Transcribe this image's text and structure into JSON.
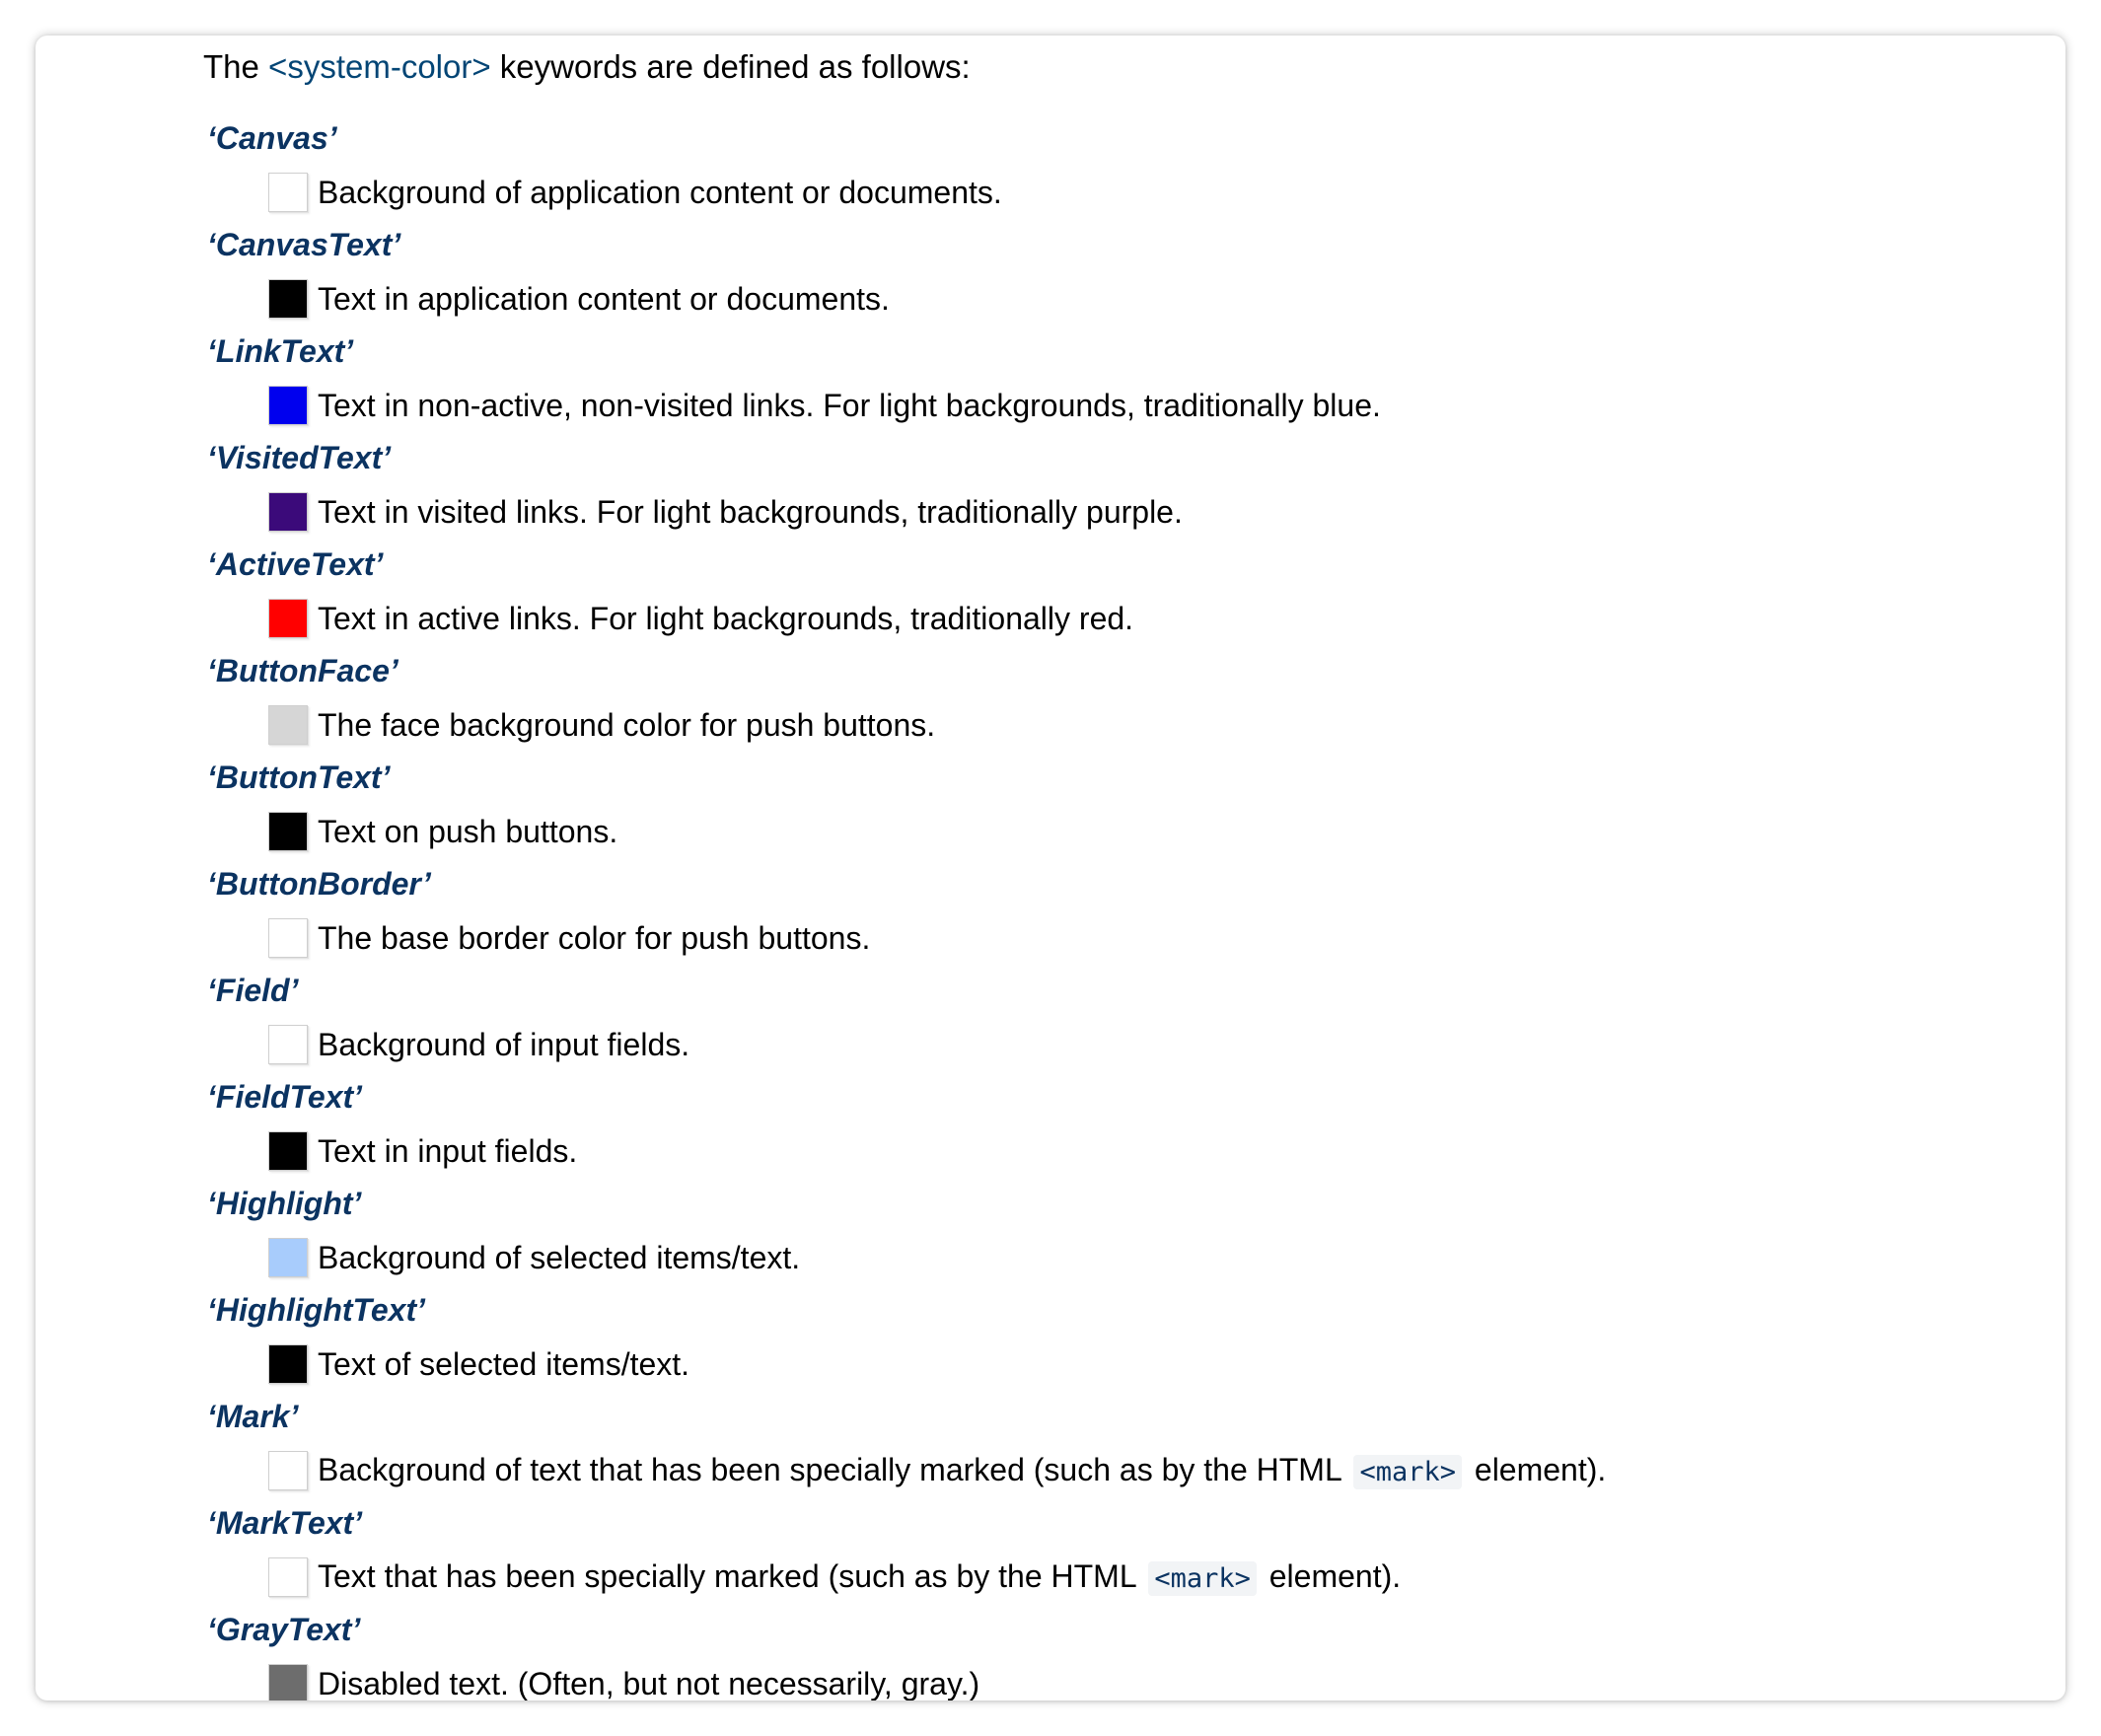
{
  "intro": {
    "before": "The ",
    "type_ref": "<system-color>",
    "after": " keywords are defined as follows:"
  },
  "entries": [
    {
      "keyword": "‘Canvas’",
      "swatch": "#ffffff",
      "description": "Background of application content or documents."
    },
    {
      "keyword": "‘CanvasText’",
      "swatch": "#000000",
      "description": "Text in application content or documents."
    },
    {
      "keyword": "‘LinkText’",
      "swatch": "#0000ee",
      "description": "Text in non-active, non-visited links. For light backgrounds, traditionally blue."
    },
    {
      "keyword": "‘VisitedText’",
      "swatch": "#3b0a7a",
      "description": "Text in visited links. For light backgrounds, traditionally purple."
    },
    {
      "keyword": "‘ActiveText’",
      "swatch": "#ff0000",
      "description": "Text in active links. For light backgrounds, traditionally red."
    },
    {
      "keyword": "‘ButtonFace’",
      "swatch": "#d6d6d6",
      "description": "The face background color for push buttons."
    },
    {
      "keyword": "‘ButtonText’",
      "swatch": "#000000",
      "description": "Text on push buttons."
    },
    {
      "keyword": "‘ButtonBorder’",
      "swatch": "#ffffff",
      "description": "The base border color for push buttons."
    },
    {
      "keyword": "‘Field’",
      "swatch": "#ffffff",
      "description": "Background of input fields."
    },
    {
      "keyword": "‘FieldText’",
      "swatch": "#000000",
      "description": "Text in input fields."
    },
    {
      "keyword": "‘Highlight’",
      "swatch": "#a8ccfc",
      "description": "Background of selected items/text."
    },
    {
      "keyword": "‘HighlightText’",
      "swatch": "#000000",
      "description": "Text of selected items/text."
    },
    {
      "keyword": "‘Mark’",
      "swatch": "#ffffff",
      "description_before": "Background of text that has been specially marked (such as by the HTML ",
      "code": "<mark>",
      "description_after": " element)."
    },
    {
      "keyword": "‘MarkText’",
      "swatch": "#ffffff",
      "description_before": "Text that has been specially marked (such as by the HTML ",
      "code": "<mark>",
      "description_after": " element)."
    },
    {
      "keyword": "‘GrayText’",
      "swatch": "#6d6d6d",
      "description": "Disabled text. (Often, but not necessarily, gray.)"
    }
  ]
}
